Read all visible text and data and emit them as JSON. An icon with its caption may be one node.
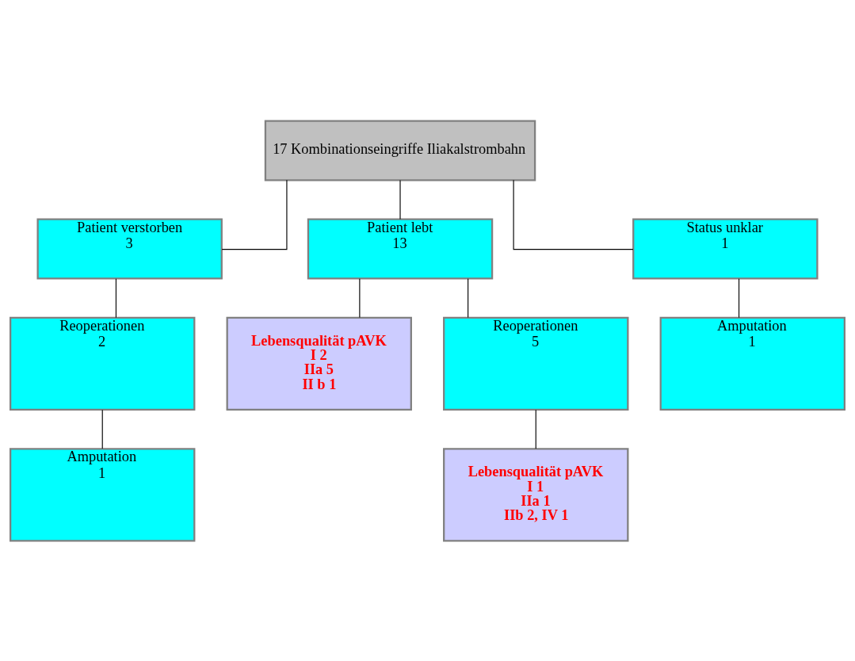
{
  "diagram": {
    "nodes": [
      {
        "text": [
          "17 Kombinationseingriffe Iliakalstrombahn"
        ]
      },
      {
        "text": [
          "Patient verstorben",
          "3"
        ]
      },
      {
        "text": [
          "Patient lebt",
          "13"
        ]
      },
      {
        "text": [
          "Status unklar",
          "1"
        ]
      },
      {
        "text": [
          "Reoperationen",
          "2"
        ]
      },
      {
        "text": [
          "Lebensqualität pAVK",
          "I 2",
          "IIa 5",
          "II b 1"
        ]
      },
      {
        "text": [
          "Amputation",
          "1"
        ]
      },
      {
        "text": [
          "Amputation",
          "1"
        ]
      },
      {
        "text": [
          "Reoperationen",
          "5"
        ]
      },
      {
        "text": [
          "Lebensqualität pAVK",
          "I 1",
          "IIa 1",
          "IIb 2, IV 1"
        ]
      }
    ],
    "edges": [
      {
        "from": 0,
        "to": 1,
        "arrow": "none"
      },
      {
        "from": 0,
        "to": 2,
        "arrow": "none"
      },
      {
        "from": 0,
        "to": 3,
        "arrow": "none"
      },
      {
        "from": 1,
        "to": 4,
        "arrow": "none"
      },
      {
        "from": 4,
        "to": 7,
        "arrow": "none"
      },
      {
        "from": 2,
        "to": 5,
        "arrow": "none"
      },
      {
        "from": 2,
        "to": 8,
        "arrow": "none"
      },
      {
        "from": 3,
        "to": 6,
        "arrow": "none"
      },
      {
        "from": 8,
        "to": 9,
        "arrow": "none"
      }
    ]
  }
}
